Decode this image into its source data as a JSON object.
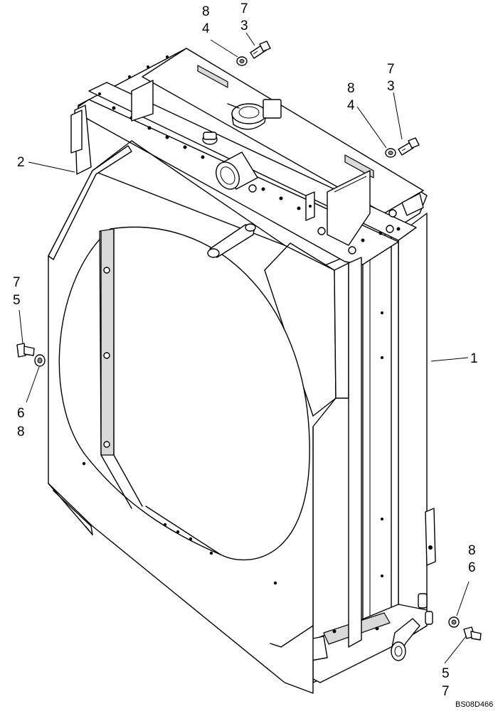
{
  "diagram": {
    "figure_id": "BS08D466",
    "callouts": {
      "top_bolt_a": {
        "qty": "7",
        "item": "3"
      },
      "top_washer_a": {
        "qty": "8",
        "item": "4"
      },
      "top_bolt_b": {
        "qty": "7",
        "item": "3"
      },
      "top_washer_b": {
        "qty": "8",
        "item": "4"
      },
      "shroud": "2",
      "radiator": "1",
      "left_bolt": {
        "qty": "7",
        "item": "5"
      },
      "left_washer": {
        "item": "6",
        "qty": "8"
      },
      "right_washer": {
        "qty": "8",
        "item": "6"
      },
      "right_bolt": {
        "item": "5",
        "qty": "7"
      }
    }
  }
}
